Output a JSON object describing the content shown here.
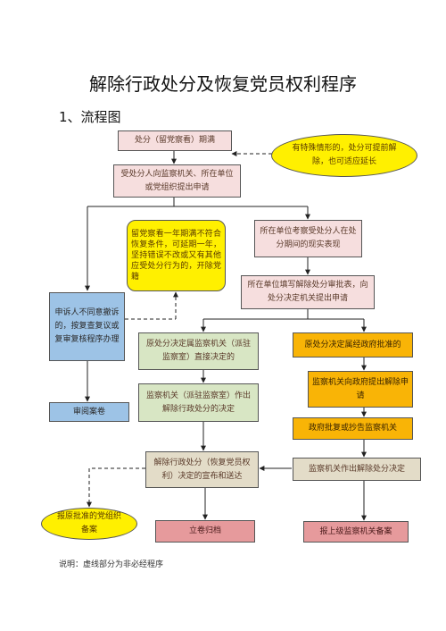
{
  "title": "解除行政处分及恢复党员权利程序",
  "subtitle": "1、流程图",
  "note": "说明：虚线部分为非必经程序",
  "nodes": {
    "start": "处分（留党察看）期满",
    "extend_note": "有特殊情形的，处分可提前解除，也可适应延长",
    "apply": "受处分人向监察机关、所在单位或党组织提出申请",
    "probation_note": "留党察看一年期满不符合恢复条件，可延期一年，坚持错误不改或又有其他应受处分行为的，开除党籍",
    "investigate": "所在单位考察受处分人在处分期间的现实表现",
    "fill_form": "所在单位填写解除处分审批表，向处分决定机关提出申请",
    "appeal": "申诉人不同意撤诉的，按复查复议或复审复核程序办理",
    "direct_decide": "原处分决定属监察机关（派驻监察室）直接决定的",
    "gov_approve": "原处分决定属经政府批准的",
    "report_gov": "监察机关向政府提出解除申请",
    "issue_decision": "监察机关（派驻监察室）作出解除行政处分的决定",
    "close_case": "审阅案卷",
    "gov_reply": "政府批复或抄告监察机关",
    "announce": "解除行政处分（恢复党员权利）决定的宣布和送达",
    "make_decision": "监察机关作出解除处分决定",
    "party_record": "报原批准的党组织备案",
    "archive": "立卷归档",
    "report_superior": "报上级监察机关备案"
  }
}
